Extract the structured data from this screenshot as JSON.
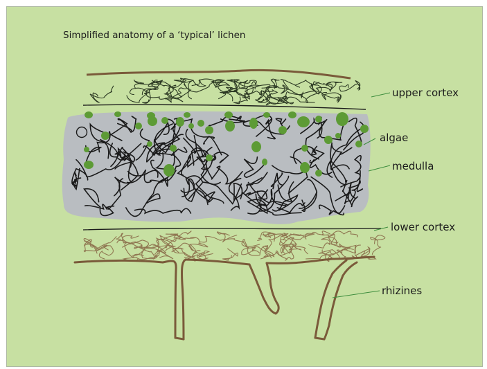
{
  "title": "Simplified anatomy of a ‘typical’ lichen",
  "labels": {
    "upper_cortex": "upper cortex",
    "algae": "algae",
    "medulla": "medulla",
    "lower_cortex": "lower cortex",
    "rhizines": "rhizines"
  },
  "colors": {
    "background": "#c7e0a2",
    "medulla_fill": "#b9bdc1",
    "algae": "#5d9b35",
    "hyphae": "#1a1a1a",
    "brown": "#7a5a3a",
    "lower_tangle": "#8f7651",
    "leader_line": "#3d8d3d"
  }
}
